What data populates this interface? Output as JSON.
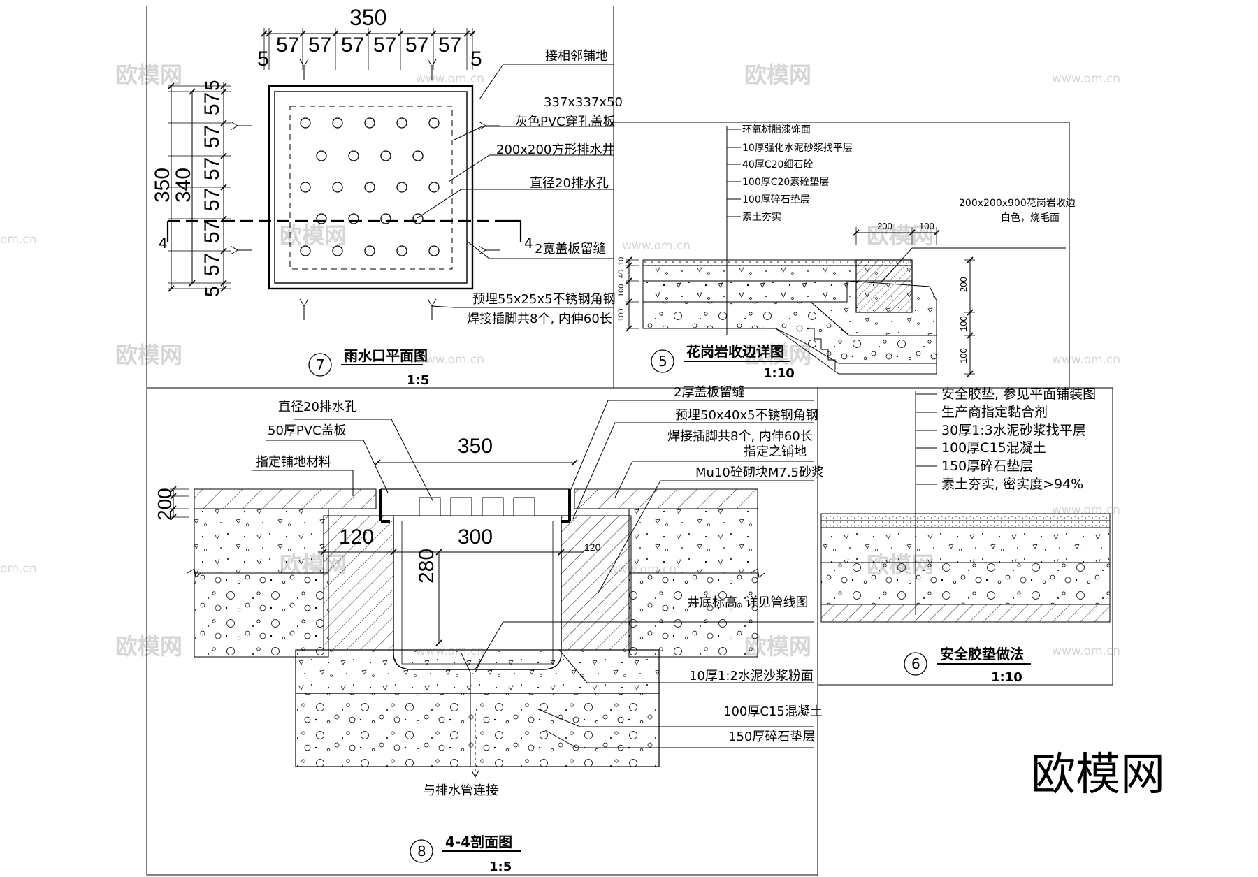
{
  "watermark": {
    "brand": "欧模网",
    "site": "www.om.cn",
    "site_partial": "om.cn"
  },
  "plan7": {
    "number": "7",
    "title": "雨水口平面图",
    "scale": "1:5",
    "dims": {
      "total": "350",
      "inner": "340",
      "module": "57",
      "edge": "5"
    },
    "section_mark": "4",
    "labels": {
      "adjacent": "接相邻铺地",
      "cover_size": "337x337x50",
      "cover_desc": "灰色PVC穿孔盖板",
      "well": "200x200方形排水井",
      "hole": "直径20排水孔",
      "gap": "2宽盖板留缝",
      "steel1": "预埋55x25x5不锈钢角钢",
      "steel2": "焊接插脚共8个, 内伸60长"
    }
  },
  "detail5": {
    "number": "5",
    "title": "花岗岩收边详图",
    "scale": "1:10",
    "layers": [
      "环氧树脂漆饰面",
      "10厚强化水泥砂浆找平层",
      "40厚C20细石砼",
      "100厚C20素砼垫层",
      "100厚碎石垫层",
      "素土夯实"
    ],
    "edge1": "200x200x900花岗岩收边",
    "edge2": "白色，烧毛面",
    "dims": {
      "w200": "200",
      "w100": "100",
      "l10": "10",
      "l40": "40",
      "l100": "100",
      "h200": "200"
    }
  },
  "section8": {
    "number": "8",
    "title": "4-4剖面图",
    "scale": "1:5",
    "labels": {
      "hole": "直径20排水孔",
      "cover": "50厚PVC盖板",
      "paving": "指定铺地材料",
      "gap": "2厚盖板留缝",
      "steel1": "预埋50x40x5不锈钢角钢",
      "steel2": "焊接插脚共8个, 内伸60长",
      "paving2": "指定之铺地",
      "block": "Mu10砼砌块M7.5砂浆",
      "bottom": "井底标高, 详见管线图",
      "plaster": "10厚1:2水泥沙浆粉面",
      "concrete": "100厚C15混凝土",
      "gravel": "150厚碎石垫层",
      "pipe": "与排水管连接"
    },
    "dims": {
      "w350": "350",
      "w300": "300",
      "w120": "120",
      "w120s": "120",
      "h280": "280",
      "left_stack": "200"
    }
  },
  "detail6": {
    "number": "6",
    "title": "安全胶垫做法",
    "scale": "1:10",
    "layers": [
      "安全胶垫, 参见平面铺装图",
      "生产商指定黏合剂",
      "30厚1:3水泥砂浆找平层",
      "100厚C15混凝土",
      "150厚碎石垫层",
      "素土夯实, 密实度>94%"
    ]
  }
}
